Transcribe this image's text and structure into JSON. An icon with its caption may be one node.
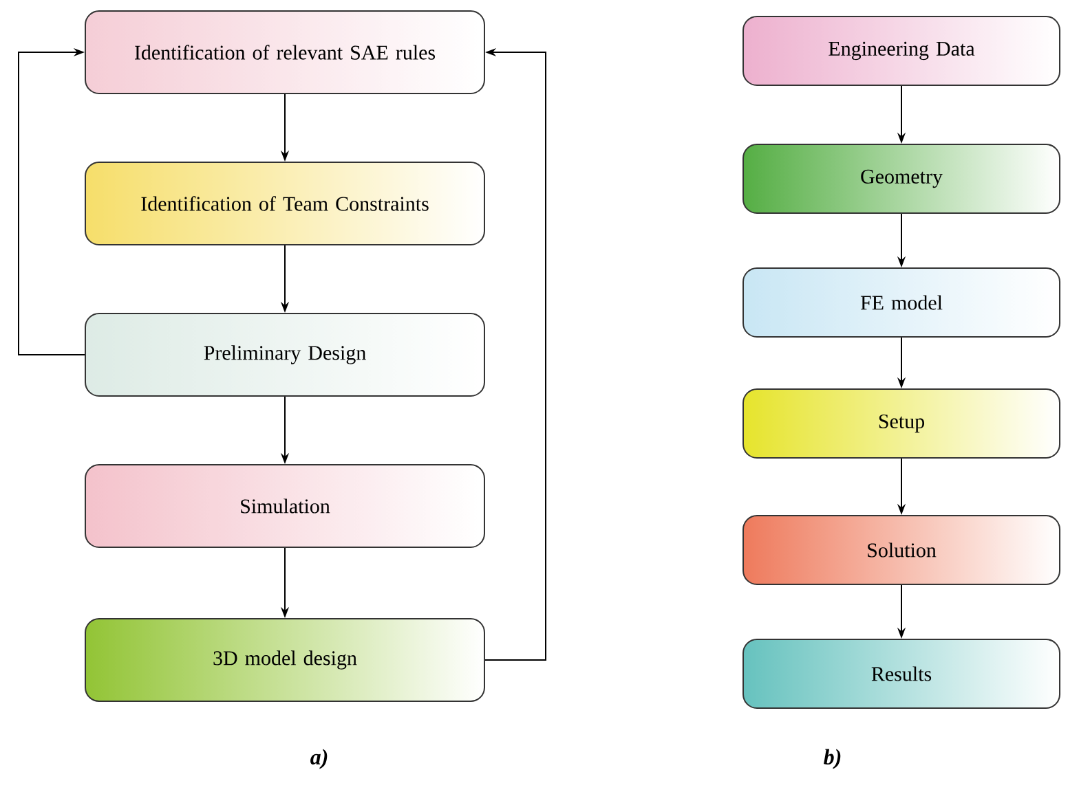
{
  "diagram": {
    "nodes": [
      {
        "text": [
          "Identification of relevant SAE rules"
        ]
      },
      {
        "text": [
          "Identification of Team Constraints"
        ]
      },
      {
        "text": [
          "Preliminary Design"
        ]
      },
      {
        "text": [
          "Simulation"
        ]
      },
      {
        "text": [
          "3D model design"
        ]
      },
      {
        "text": [
          "Engineering Data"
        ]
      },
      {
        "text": [
          "Geometry"
        ]
      },
      {
        "text": [
          "FE model"
        ]
      },
      {
        "text": [
          "Setup"
        ]
      },
      {
        "text": [
          "Solution"
        ]
      },
      {
        "text": [
          "Results"
        ]
      }
    ],
    "edges": [
      {
        "from": 0,
        "to": 1,
        "arrow": "to"
      },
      {
        "from": 1,
        "to": 2,
        "arrow": "to"
      },
      {
        "from": 2,
        "to": 3,
        "arrow": "to"
      },
      {
        "from": 3,
        "to": 4,
        "arrow": "to"
      },
      {
        "from": 2,
        "to": 0,
        "arrow": "to"
      },
      {
        "from": 4,
        "to": 0,
        "arrow": "to"
      },
      {
        "from": 5,
        "to": 6,
        "arrow": "to"
      },
      {
        "from": 6,
        "to": 7,
        "arrow": "to"
      },
      {
        "from": 7,
        "to": 8,
        "arrow": "to"
      },
      {
        "from": 8,
        "to": 9,
        "arrow": "to"
      },
      {
        "from": 9,
        "to": 10,
        "arrow": "to"
      }
    ],
    "labels": [
      "a)",
      "b)"
    ]
  }
}
